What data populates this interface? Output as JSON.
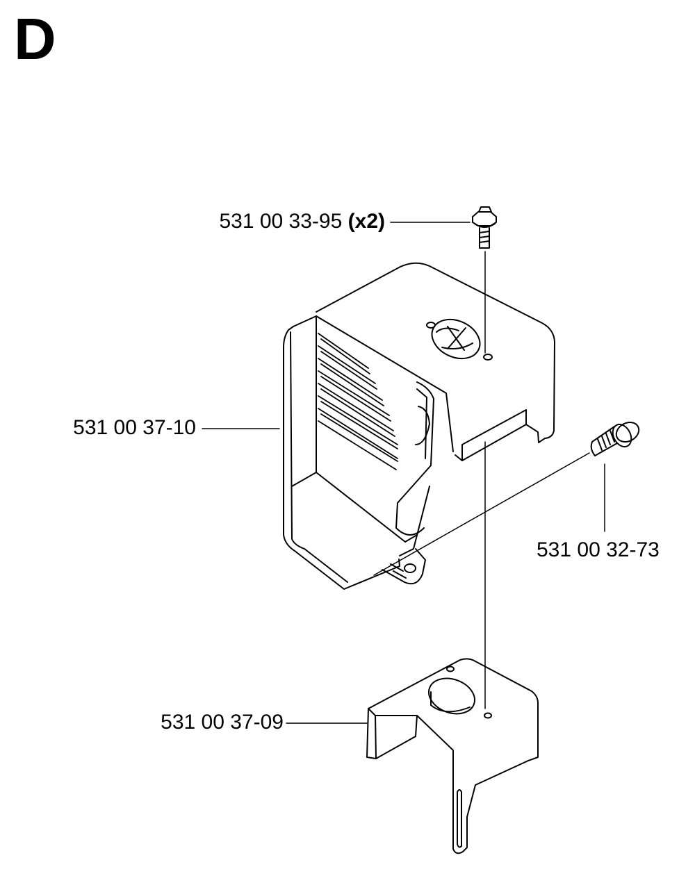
{
  "section": {
    "letter": "D"
  },
  "parts": {
    "screw_top": {
      "number": "531 00 33-95",
      "qty": "(x2)",
      "icon": "hex-flange-screw-icon"
    },
    "cover": {
      "number": "531 00 37-10",
      "icon": "muffler-cover-icon"
    },
    "bolt": {
      "number": "531 00 32-73",
      "icon": "long-bolt-icon"
    },
    "bracket": {
      "number": "531 00 37-09",
      "icon": "mounting-bracket-icon"
    }
  },
  "colors": {
    "line": "#000000",
    "background": "#ffffff"
  }
}
